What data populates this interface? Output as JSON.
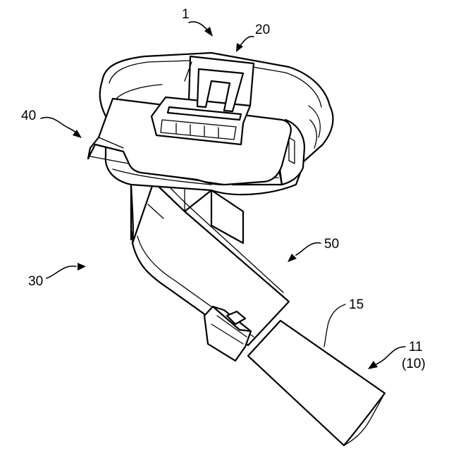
{
  "labels": {
    "ref_1": "1",
    "ref_20": "20",
    "ref_40": "40",
    "ref_50": "50",
    "ref_30": "30",
    "ref_15": "15",
    "ref_11": "11",
    "ref_10": "(10)"
  },
  "colors": {
    "ink": "#000000",
    "paper": "#ffffff"
  }
}
